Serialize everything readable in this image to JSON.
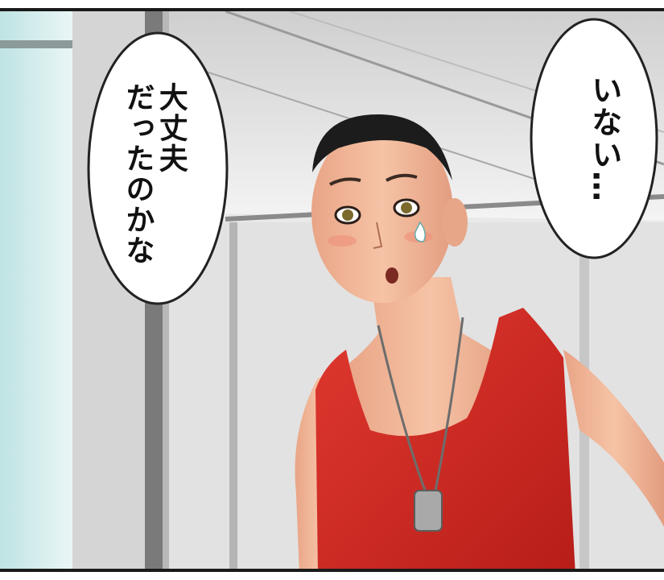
{
  "panel": {
    "speech_left": {
      "line1": "大丈夫",
      "line2": "だったのかな"
    },
    "speech_right": {
      "line1": "いない…"
    }
  },
  "colors": {
    "tank_top": "#d42a22",
    "skin": "#f3b79a",
    "hair": "#1c1c1c",
    "window_tint": "#bfe3e3"
  }
}
